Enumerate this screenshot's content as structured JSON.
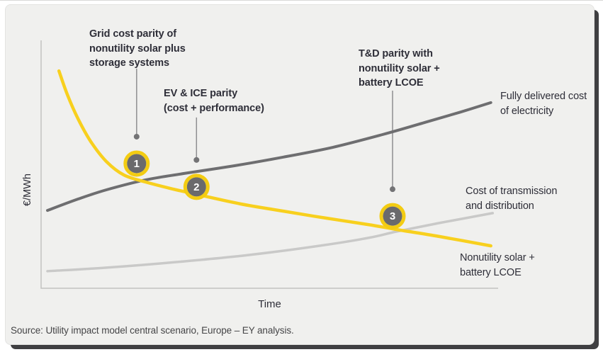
{
  "colors": {
    "card_bg": "#f0f0ee",
    "frame_dark": "#3f3f41",
    "axis": "#c2c2c0",
    "text": "#2e2e38",
    "source_text": "#454547",
    "leader": "#8f8f91",
    "leader_dot": "#737375",
    "marker_fill": "#6a6a6c",
    "marker_ring": "#f3cc12",
    "marker_number": "#ffffff",
    "line_dark": "#6e6e70",
    "line_light": "#c9c9c8",
    "line_yellow": "#f8d01e"
  },
  "labels": {
    "y_axis": "€/MWh",
    "x_axis": "Time",
    "fully_delivered": "Fully delivered cost\nof electricity",
    "cost_transmission": "Cost of transmission\nand distribution",
    "nonutility_solar": "Nonutility solar +\nbattery LCOE",
    "source": "Source: Utility impact model central scenario, Europe – EY analysis."
  },
  "chart_data": {
    "type": "line",
    "xlabel": "Time",
    "ylabel": "€/MWh",
    "axes_numeric_ticks": false,
    "grid": false,
    "legend_position": "inline-labels-right",
    "note": "Conceptual chart; values are relative (x: 0-1 time span, y: 0-1 relative cost €/MWh)",
    "series": [
      {
        "name": "Cost of transmission and distribution",
        "color": "#c9c9c8",
        "width": 3.5,
        "points": [
          [
            0.014,
            0.069
          ],
          [
            0.143,
            0.083
          ],
          [
            0.298,
            0.106
          ],
          [
            0.453,
            0.134
          ],
          [
            0.608,
            0.171
          ],
          [
            0.716,
            0.203
          ],
          [
            0.778,
            0.229
          ],
          [
            0.871,
            0.263
          ],
          [
            0.988,
            0.303
          ]
        ]
      },
      {
        "name": "Fully delivered cost of electricity",
        "color": "#6e6e70",
        "width": 4,
        "points": [
          [
            0.014,
            0.314
          ],
          [
            0.081,
            0.36
          ],
          [
            0.143,
            0.397
          ],
          [
            0.228,
            0.437
          ],
          [
            0.313,
            0.463
          ],
          [
            0.422,
            0.494
          ],
          [
            0.53,
            0.529
          ],
          [
            0.639,
            0.569
          ],
          [
            0.747,
            0.62
          ],
          [
            0.84,
            0.669
          ],
          [
            0.918,
            0.711
          ],
          [
            0.984,
            0.749
          ]
        ]
      },
      {
        "name": "Nonutility solar + battery LCOE",
        "color": "#f8d01e",
        "width": 4.5,
        "points": [
          [
            0.039,
            0.877
          ],
          [
            0.057,
            0.783
          ],
          [
            0.081,
            0.683
          ],
          [
            0.109,
            0.591
          ],
          [
            0.143,
            0.511
          ],
          [
            0.181,
            0.457
          ],
          [
            0.228,
            0.429
          ],
          [
            0.282,
            0.403
          ],
          [
            0.352,
            0.374
          ],
          [
            0.437,
            0.34
          ],
          [
            0.53,
            0.311
          ],
          [
            0.623,
            0.283
          ],
          [
            0.716,
            0.257
          ],
          [
            0.778,
            0.237
          ],
          [
            0.871,
            0.209
          ],
          [
            0.984,
            0.171
          ]
        ]
      }
    ],
    "markers": [
      {
        "label": "1",
        "x": 0.209,
        "y": 0.503,
        "leader_top": 0.886,
        "annotation": "Grid cost parity of\nnonutility solar plus\nstorage systems"
      },
      {
        "label": "2",
        "x": 0.34,
        "y": 0.409,
        "leader_top": 0.689,
        "annotation": "EV & ICE parity\n(cost + performance)"
      },
      {
        "label": "3",
        "x": 0.769,
        "y": 0.291,
        "leader_top": 0.797,
        "annotation": "T&D parity with\nnonutility solar +\nbattery LCOE"
      }
    ]
  }
}
